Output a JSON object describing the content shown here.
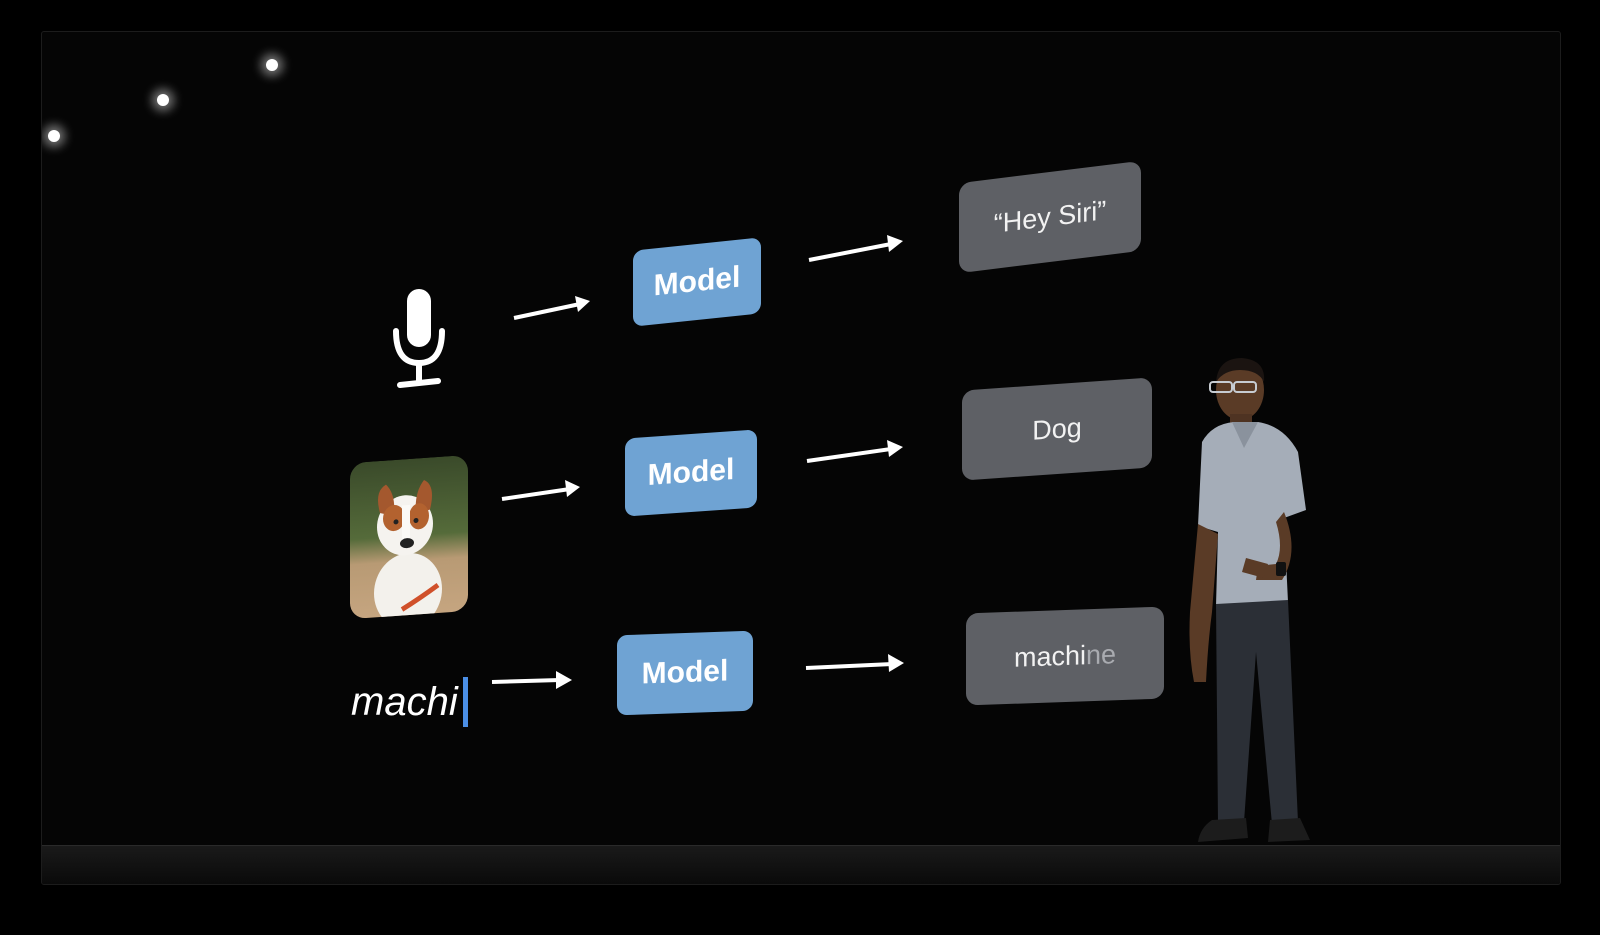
{
  "rows": [
    {
      "input": "microphone",
      "model_label": "Model",
      "output": "“Hey Siri”"
    },
    {
      "input": "dog-photo",
      "model_label": "Model",
      "output": "Dog"
    },
    {
      "input": "text",
      "typed_text": "machi",
      "model_label": "Model",
      "output_typed": "machi",
      "output_suggested": "ne"
    }
  ],
  "colors": {
    "background": "#000000",
    "model_box": "#6fa3d3",
    "output_box": "#5e6065",
    "cursor": "#4b8fe6"
  },
  "icons": [
    "microphone-icon",
    "arrow-right-icon"
  ]
}
